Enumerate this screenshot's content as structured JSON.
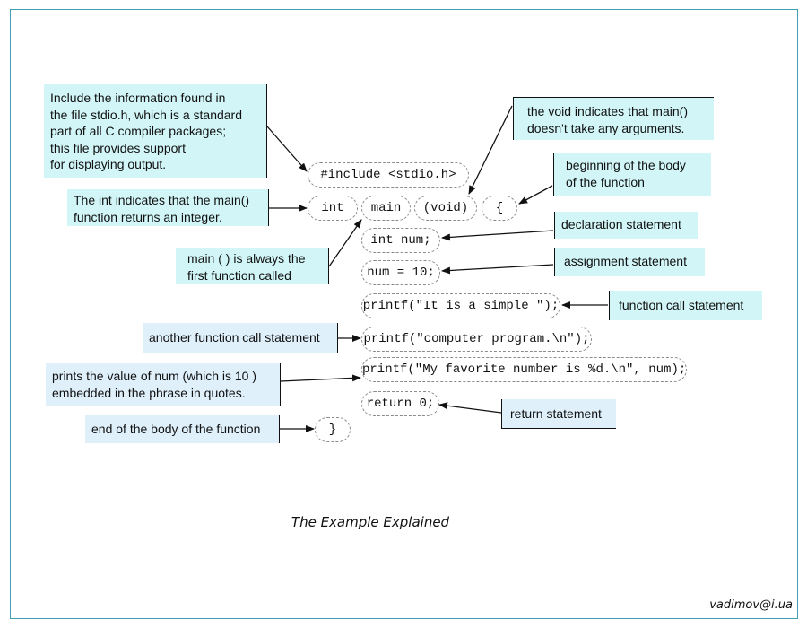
{
  "code": {
    "include": "#include <stdio.h>",
    "int": "int",
    "main": "main",
    "void": "(void)",
    "open_brace": "{",
    "decl": "int num;",
    "assign": "num = 10;",
    "printf1": "printf(\"It is a simple \");",
    "printf2": "printf(\"computer program.\\n\");",
    "printf3": "printf(\"My favorite number is %d.\\n\", num);",
    "ret": "return 0;",
    "close_brace": "}"
  },
  "callouts": {
    "include": [
      "Include the information found in",
      "the file stdio.h, which is a standard",
      "part of all C compiler packages;",
      "this file provides support",
      "for displaying output."
    ],
    "void": [
      "the void indicates that main()",
      "doesn't take any arguments."
    ],
    "int": [
      "The int indicates that the main()",
      "function returns an integer."
    ],
    "body_begin": [
      "beginning of the body",
      "of the function"
    ],
    "declaration": [
      "declaration statement"
    ],
    "main_first": [
      "main ( ) is always the",
      "first function called"
    ],
    "assignment": [
      "assignment statement"
    ],
    "function_call": [
      "function call statement"
    ],
    "another_call": [
      "another function call statement"
    ],
    "prints_value": [
      "prints the value of num (which is 10 )",
      "embedded in the phrase in quotes."
    ],
    "ret_stmt": [
      "return statement"
    ],
    "body_end": [
      "end of the body of the function"
    ]
  },
  "caption": "The Example Explained",
  "author": "vadimov@i.ua",
  "colors": {
    "frame": "#3f9fb2",
    "callout_cyan": "#d2f6f8",
    "callout_light_blue": "#dff0fb",
    "code_border": "#8a8a8a"
  }
}
